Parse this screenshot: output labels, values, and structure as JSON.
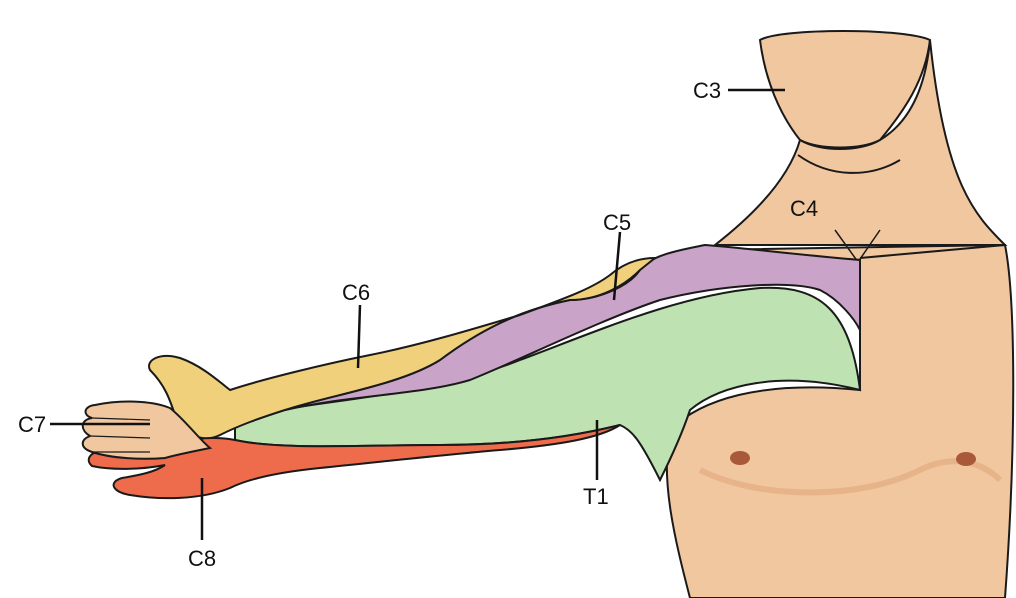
{
  "diagram": {
    "labels": {
      "c3": "C3",
      "c4": "C4",
      "c5": "C5",
      "c6": "C6",
      "c7": "C7",
      "c8": "C8",
      "t1": "T1"
    }
  },
  "colors": {
    "skin": "#f1c79f",
    "skin_shadow": "#e2ad82",
    "outline": "#1a1a1a",
    "c5_zone": "#c9a4c8",
    "c6_zone": "#f0d07a",
    "c8_zone": "#ee6b4c",
    "t1_zone": "#bfe2b3",
    "nipple": "#a9593a"
  }
}
